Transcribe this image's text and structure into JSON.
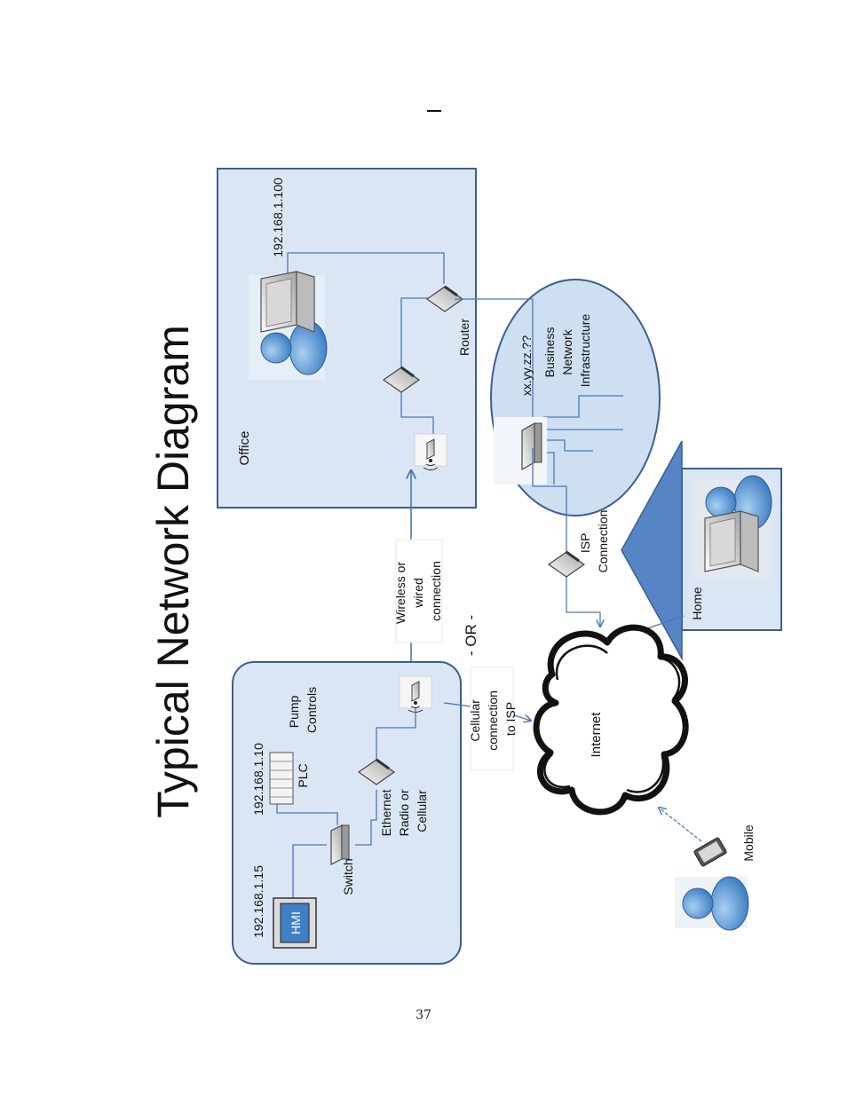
{
  "title": "Typical Network Diagram",
  "or_label": "- OR -",
  "page_number": "37",
  "zones": {
    "office": "Office",
    "home": "Home",
    "business_network": [
      "Business",
      "Network",
      "Infrastructure"
    ]
  },
  "labels": {
    "office_pc_ip": "192.168.1.100",
    "router": "Router",
    "isp_ip": "xx.yy.zz.??",
    "isp_connection": [
      "ISP",
      "Connection"
    ],
    "wireless_connection": [
      "Wireless or",
      "wired",
      "connection"
    ],
    "cellular_connection": [
      "Cellular",
      "connection",
      "to ISP"
    ],
    "internet": "Internet",
    "mobile": "Mobile",
    "hmi": "HMI",
    "hmi_ip": "192.168.1.15",
    "plc": "PLC",
    "plc_ip": "192.168.1.10",
    "pump_controls": [
      "Pump",
      "Controls"
    ],
    "switch": "Switch",
    "ethernet_radio": [
      "Ethernet",
      "Radio or",
      "Cellular"
    ]
  },
  "colors": {
    "zone_fill": "#dbe6f4",
    "zone_stroke": "#3a5f93",
    "link": "#4a78b8",
    "person": "#4f8ccc",
    "home_roof": "#5585c4"
  }
}
